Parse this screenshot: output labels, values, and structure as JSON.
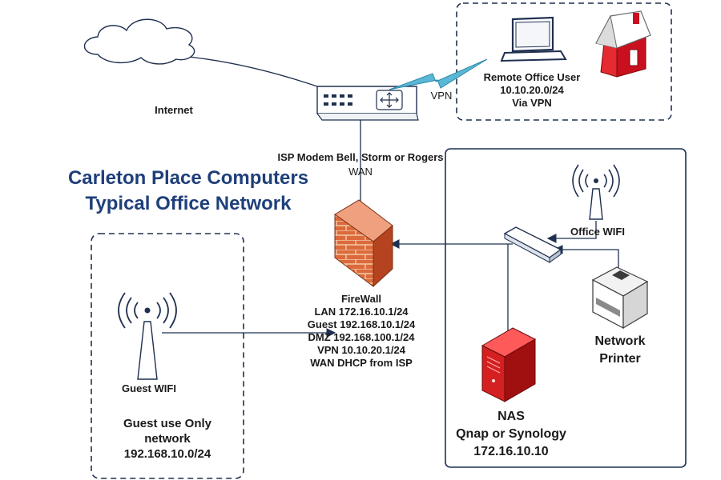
{
  "title": [
    "Carleton Place Computers",
    "Typical Office Network"
  ],
  "internet": {
    "label": "Internet"
  },
  "modem": {
    "line1": "ISP Modem Bell, Storm or Rogers",
    "wan": "WAN"
  },
  "vpn": {
    "label": "VPN"
  },
  "remote_office": {
    "lines": [
      "Remote Office User",
      "10.10.20.0/24",
      "Via VPN"
    ]
  },
  "office_wifi": {
    "label": "Office WIFI"
  },
  "firewall": {
    "name": "FireWall",
    "lines": [
      "LAN 172.16.10.1/24",
      "Guest 192.168.10.1/24",
      "DMZ 192.168.100.1/24",
      "VPN 10.10.20.1/24",
      "WAN DHCP from ISP"
    ]
  },
  "guest_wifi": {
    "label": "Guest WIFI"
  },
  "guest_network": {
    "lines": [
      "Guest use Only",
      "network",
      "192.168.10.0/24"
    ]
  },
  "printer": {
    "lines": [
      "Network",
      "Printer"
    ]
  },
  "nas": {
    "lines": [
      "NAS",
      "Qnap or Synology",
      "172.16.10.10"
    ]
  },
  "colors": {
    "title": "#1f3f7a",
    "line": "#1f3050",
    "firewall": "#d0532e",
    "nas": "#d42020",
    "house": "#c8101e",
    "vpn_bolt": "#3aa6c8"
  },
  "icons": [
    "cloud-icon",
    "modem-icon",
    "lightning-icon",
    "laptop-icon",
    "house-icon",
    "antenna-icon",
    "firewall-icon",
    "switch-icon",
    "printer-icon",
    "server-icon"
  ]
}
